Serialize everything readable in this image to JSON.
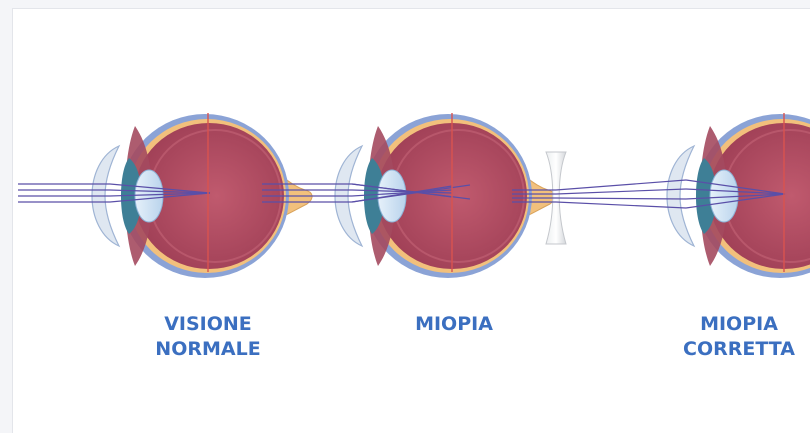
{
  "panels": [
    {
      "id": "normal",
      "label_lines": [
        "VISIONE",
        "NORMALE"
      ]
    },
    {
      "id": "myopia",
      "label_lines": [
        "MIOPIA"
      ]
    },
    {
      "id": "corrected",
      "label_lines": [
        "MIOPIA",
        "CORRETTA"
      ]
    }
  ],
  "colors": {
    "label_text": "#3b6fc0",
    "sclera": "#8ba3d6",
    "choroid": "#f2c07c",
    "vitreous": "#b04a5e",
    "lens": "#cfe3f4",
    "cornea": "#dfe7f1",
    "light_rays": "#5a4fa8",
    "retina_line": "#d9534f",
    "optic_nerve": "#f2c07c",
    "correcting_lens": "#d8dadd"
  }
}
